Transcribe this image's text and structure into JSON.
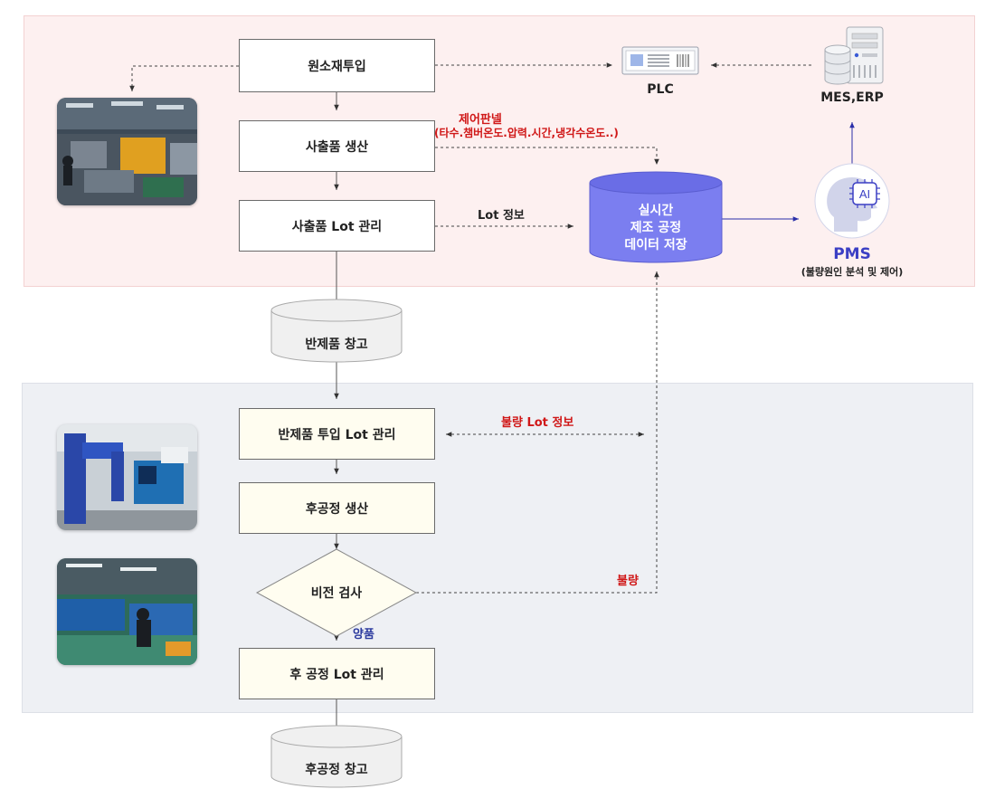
{
  "steps": {
    "raw_input": "원소재투입",
    "injection_production": "사출품 생산",
    "injection_lot": "사출품 Lot 관리",
    "semi_lot_input": "반제품 투입 Lot 관리",
    "post_production": "후공정 생산",
    "vision_inspection": "비전 검사",
    "post_lot": "후 공정 Lot 관리"
  },
  "storage": {
    "semi_warehouse": "반제품 창고",
    "post_warehouse": "후공정 창고"
  },
  "database": {
    "line1": "실시간",
    "line2": "제조 공정",
    "line3": "데이터 저장"
  },
  "systems": {
    "plc": "PLC",
    "mes_erp": "MES,ERP",
    "pms": "PMS",
    "pms_desc": "(불량원인 분석 및 제어)",
    "ai_badge": "AI"
  },
  "annotations": {
    "control_panel": "제어판넬",
    "control_panel_detail": "(타수.챔버온도.압력.시간,냉각수온도..)",
    "lot_info": "Lot 정보",
    "defect_lot_info": "불량 Lot 정보",
    "defect": "불량",
    "good": "양품"
  },
  "colors": {
    "top_zone_bg": "#fdf0f0",
    "bottom_zone_bg": "#eef0f4",
    "database_fill": "#7b7ef0",
    "pms_accent": "#3b3fc4",
    "annotation_red": "#d01818",
    "good_blue": "#2b3a9e"
  }
}
